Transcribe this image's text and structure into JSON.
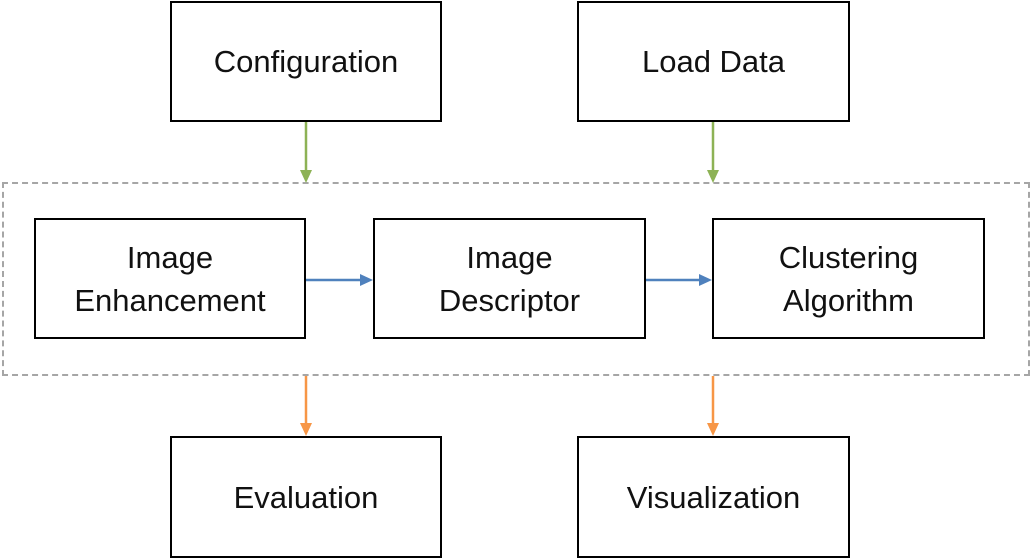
{
  "diagram": {
    "inputs": {
      "configuration": "Configuration",
      "load_data": "Load Data"
    },
    "pipeline": {
      "image_enhancement": [
        "Image",
        "Enhancement"
      ],
      "image_descriptor": [
        "Image",
        "Descriptor"
      ],
      "clustering_algorithm": [
        "Clustering",
        "Algorithm"
      ]
    },
    "outputs": {
      "evaluation": "Evaluation",
      "visualization": "Visualization"
    }
  },
  "colors": {
    "input_arrow": "#8db255",
    "pipeline_arrow": "#4f81bd",
    "output_arrow": "#f79646",
    "pipeline_border": "#a6a6a6",
    "box_border": "#000000"
  }
}
